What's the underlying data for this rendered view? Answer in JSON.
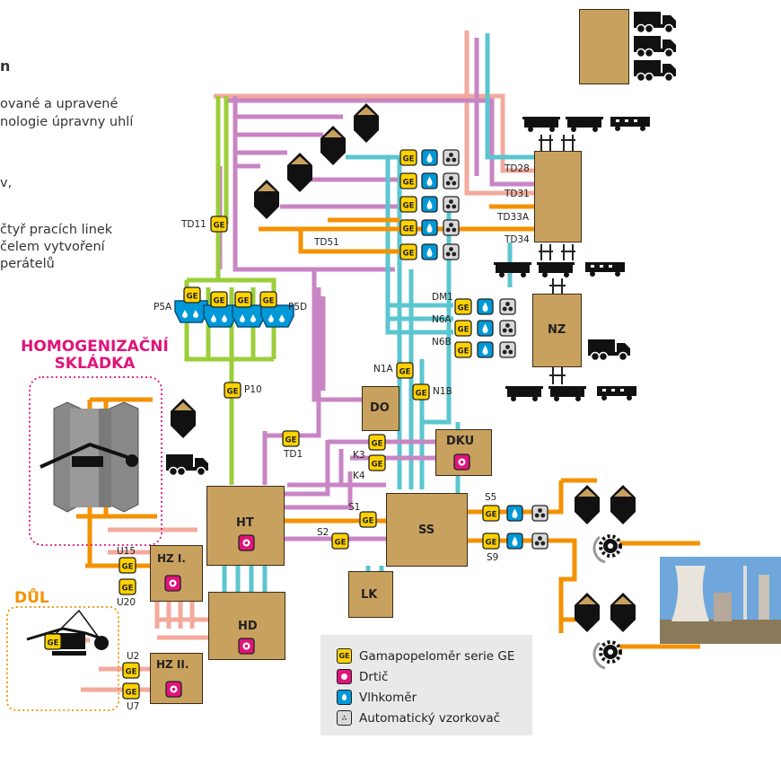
{
  "intro": {
    "heading_fragment": "n",
    "lines": [
      "ované a upravené",
      "nologie úpravny uhlí",
      "v,",
      "čtyř pracích linek",
      "čelem vytvoření",
      "perátelů"
    ]
  },
  "areas": {
    "homogenizacni": [
      "HOMOGENIZAČNÍ",
      "SKLÁDKA"
    ],
    "dul": "DŮL"
  },
  "boxes": {
    "ht": "HT",
    "hd": "HD",
    "hz1": "HZ I.",
    "hz2": "HZ II.",
    "do": "DO",
    "dku": "DKU",
    "ss": "SS",
    "lk": "LK",
    "nz": "NZ"
  },
  "labels": {
    "td11": "TD11",
    "td51": "TD51",
    "td28": "TD28",
    "td31": "TD31",
    "td33a": "TD33A",
    "td34": "TD34",
    "dm1": "DM1",
    "n6a": "N6A",
    "n6b": "N6B",
    "n1a": "N1A",
    "n1b": "N1B",
    "p5a": "P5A",
    "p5d": "P5D",
    "p10": "P10",
    "td1": "TD1",
    "k3": "K3",
    "k4": "K4",
    "s1": "S1",
    "s2": "S2",
    "s5": "S5",
    "s9": "S9",
    "u15": "U15",
    "u20": "U20",
    "u2": "U2",
    "u7": "U7"
  },
  "ge_mark": "GE",
  "legend": {
    "ge": "Gamapopeloměr serie GE",
    "crusher": "Drtič",
    "moisture": "Vlhkoměr",
    "sampler": "Automatický vzorkovač"
  },
  "colors": {
    "magenta": "#e0147a",
    "orange": "#f39200",
    "green": "#9ccd3a",
    "purple": "#c885c4",
    "cyan": "#5bc6d0",
    "salmon": "#f3aa9c",
    "brown": "#c9a15e",
    "yellow": "#ffd200",
    "blue": "#0099d8"
  }
}
